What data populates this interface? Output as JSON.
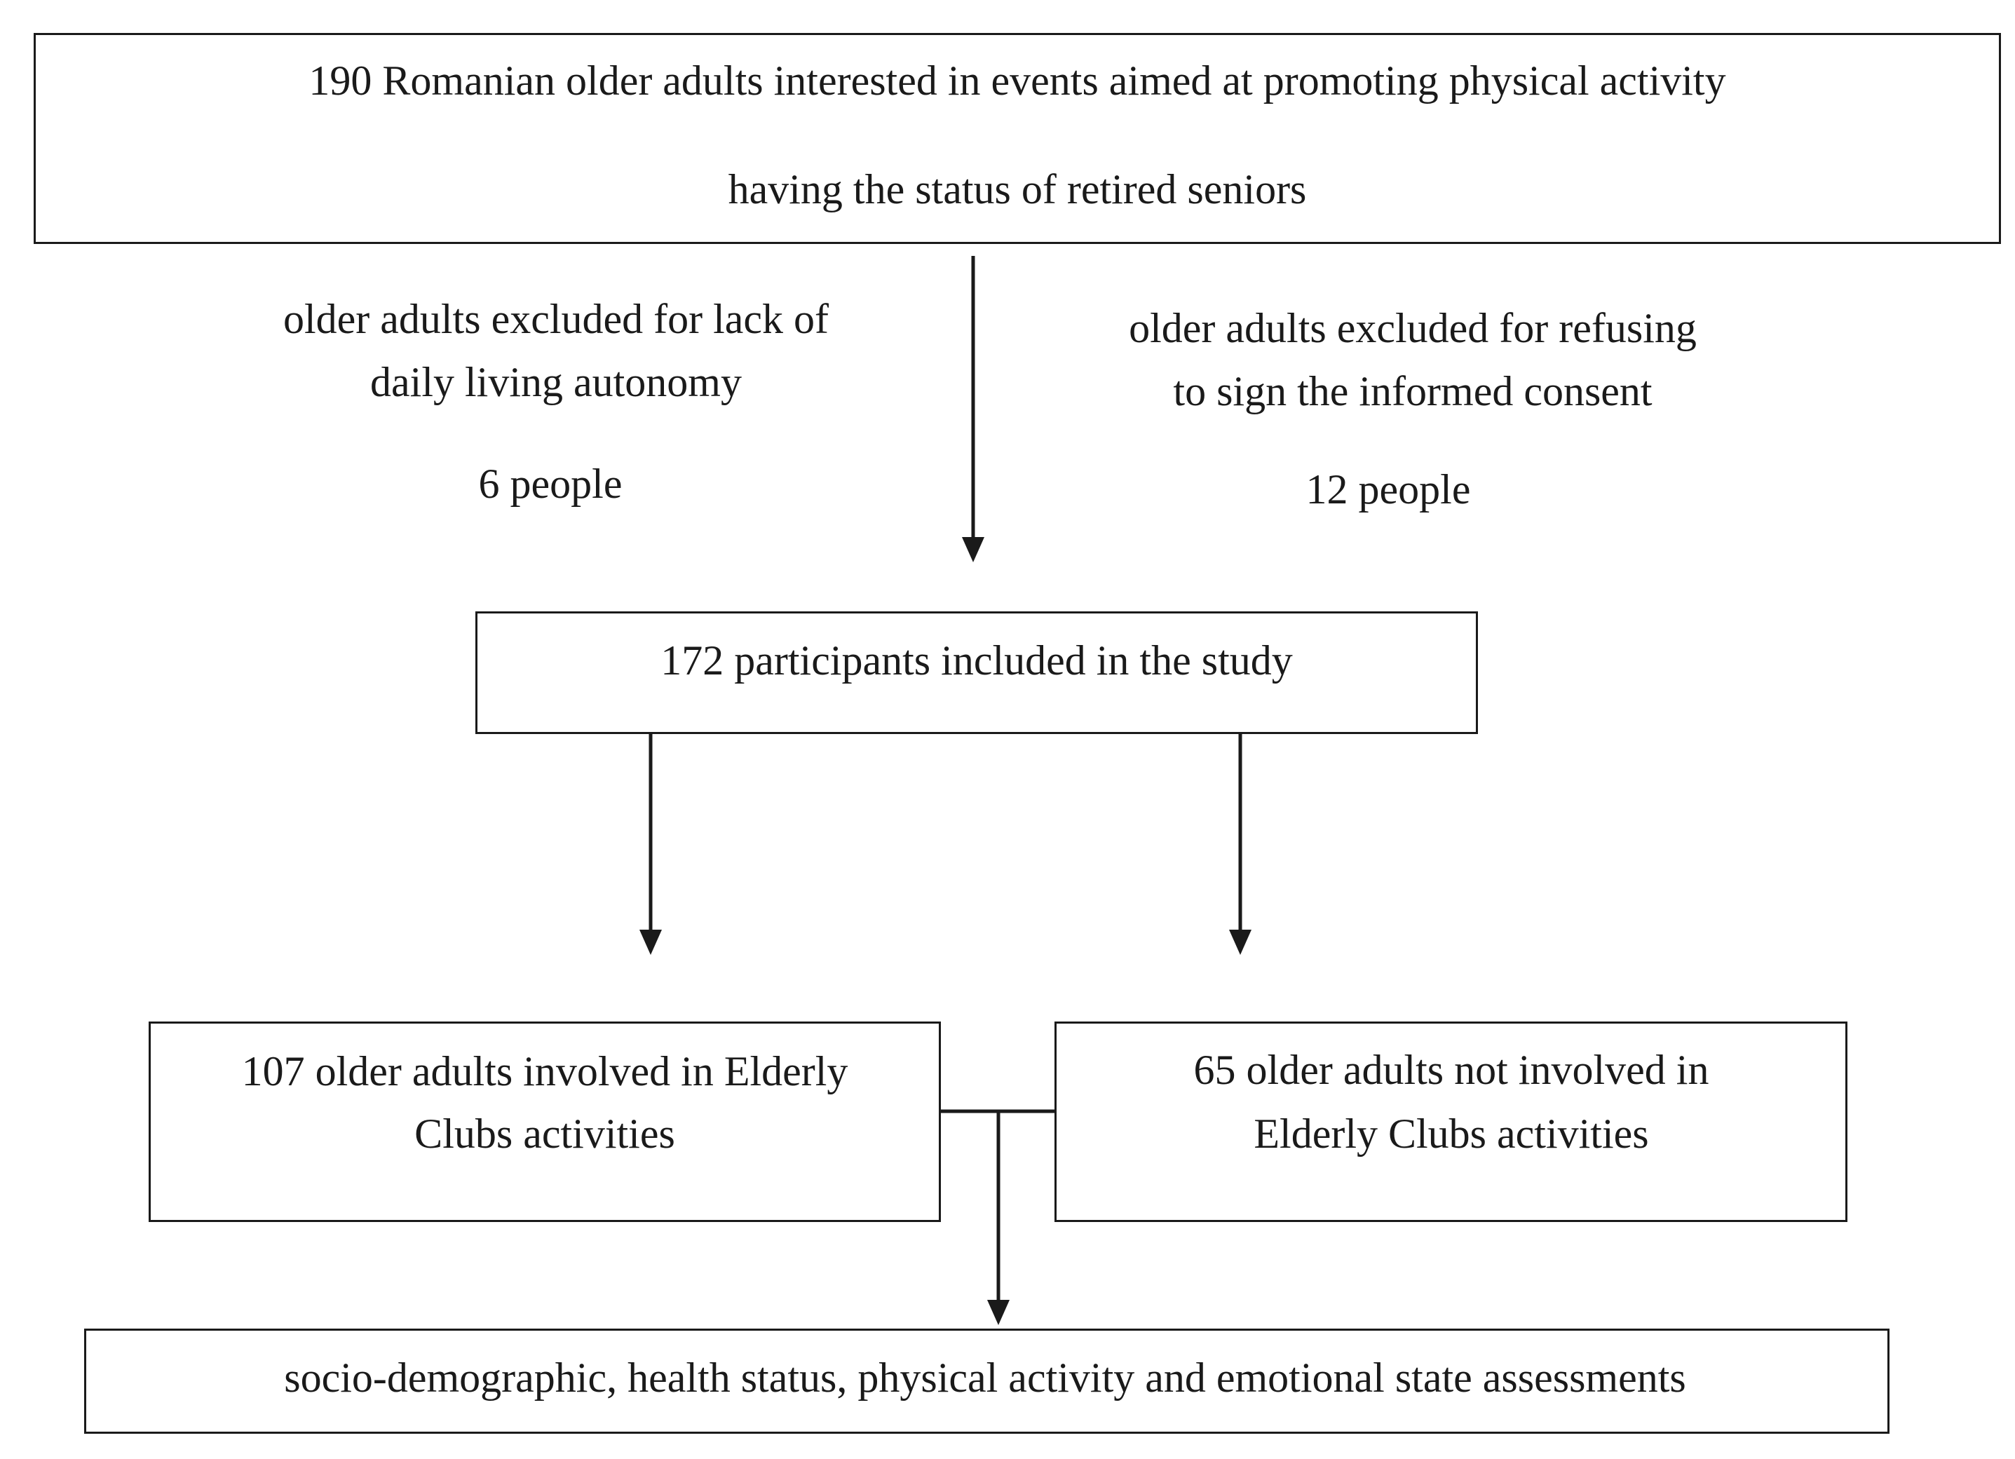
{
  "diagram": {
    "top_box": {
      "line1": "190 Romanian older adults interested in events aimed at promoting physical activity",
      "line2": "having the status of retired seniors"
    },
    "exclusion_left": {
      "line1": "older adults excluded for lack of",
      "line2": "daily living autonomy",
      "count": "6 people"
    },
    "exclusion_right": {
      "line1": "older adults excluded for refusing",
      "line2": "to sign the informed consent",
      "count": "12 people"
    },
    "included_box": {
      "text": "172 participants included in the study"
    },
    "group_left": {
      "line1": "107 older adults involved in Elderly",
      "line2": "Clubs activities"
    },
    "group_right": {
      "line1": "65 older adults not involved in",
      "line2": "Elderly Clubs activities"
    },
    "assessment_box": {
      "text": "socio-demographic, health status, physical activity and emotional state assessments"
    }
  }
}
